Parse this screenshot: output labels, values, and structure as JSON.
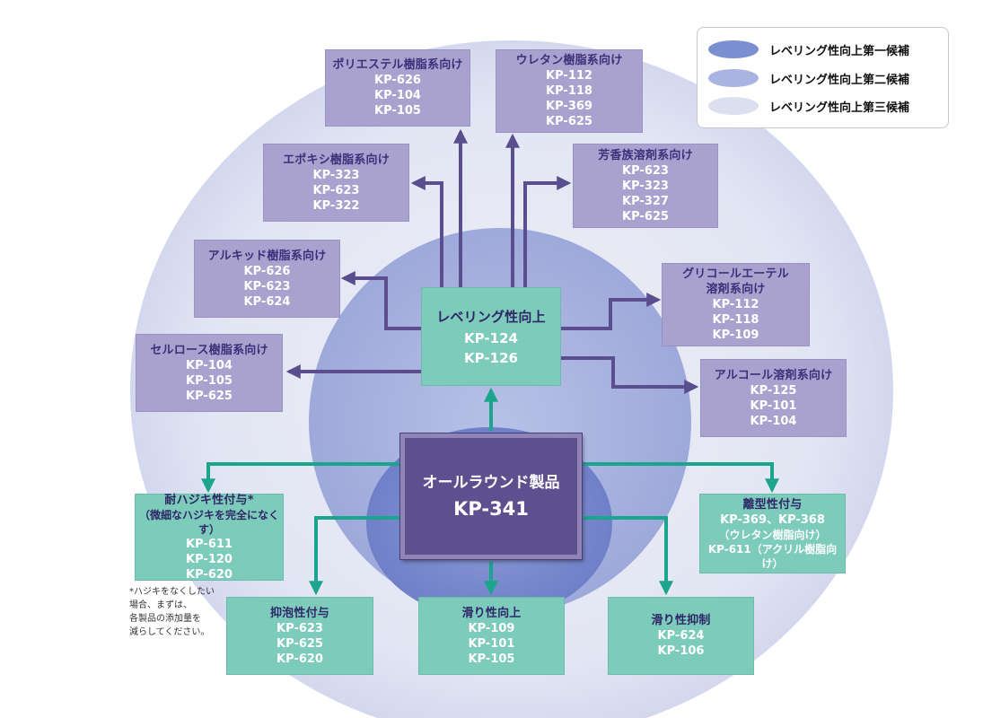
{
  "legend": {
    "items": [
      {
        "label": "レベリング性向上第一候補",
        "color": "#7c8fd0"
      },
      {
        "label": "レベリング性向上第二候補",
        "color": "#a9b5e0"
      },
      {
        "label": "レベリング性向上第三候補",
        "color": "#dcdff0"
      }
    ]
  },
  "central": {
    "title": "オールラウンド製品",
    "code": "KP-341"
  },
  "leveling": {
    "title": "レベリング性向上",
    "codes": [
      "KP-124",
      "KP-126"
    ]
  },
  "resin_boxes": {
    "polyester": {
      "title": "ポリエステル樹脂系向け",
      "codes": [
        "KP-626",
        "KP-104",
        "KP-105"
      ]
    },
    "urethane": {
      "title": "ウレタン樹脂系向け",
      "codes": [
        "KP-112",
        "KP-118",
        "KP-369",
        "KP-625"
      ]
    },
    "epoxy": {
      "title": "エポキシ樹脂系向け",
      "codes": [
        "KP-323",
        "KP-623",
        "KP-322"
      ]
    },
    "aromatic": {
      "title": "芳香族溶剤系向け",
      "codes": [
        "KP-623",
        "KP-323",
        "KP-327",
        "KP-625"
      ]
    },
    "alkyd": {
      "title": "アルキッド樹脂系向け",
      "codes": [
        "KP-626",
        "KP-623",
        "KP-624"
      ]
    },
    "glycol": {
      "title_lines": [
        "グリコールエーテル",
        "溶剤系向け"
      ],
      "codes": [
        "KP-112",
        "KP-118",
        "KP-109"
      ]
    },
    "cellulose": {
      "title": "セルロース樹脂系向け",
      "codes": [
        "KP-104",
        "KP-105",
        "KP-625"
      ]
    },
    "alcohol": {
      "title": "アルコール溶剤系向け",
      "codes": [
        "KP-125",
        "KP-101",
        "KP-104"
      ]
    }
  },
  "function_boxes": {
    "anticrater": {
      "title": "耐ハジキ性付与*",
      "subtitle": "（微細なハジキを完全になくす）",
      "codes": [
        "KP-611",
        "KP-120",
        "KP-620"
      ]
    },
    "release": {
      "title": "離型性付与",
      "lines": [
        "KP-369、KP-368",
        "（ウレタン樹脂向け）",
        "KP-611（アクリル樹脂向け）"
      ]
    },
    "antifoam": {
      "title": "抑泡性付与",
      "codes": [
        "KP-623",
        "KP-625",
        "KP-620"
      ]
    },
    "slip_up": {
      "title": "滑り性向上",
      "codes": [
        "KP-109",
        "KP-101",
        "KP-105"
      ]
    },
    "slip_down": {
      "title": "滑り性抑制",
      "codes": [
        "KP-624",
        "KP-106"
      ]
    }
  },
  "footnote": {
    "lines": [
      "*ハジキをなくしたい",
      "場合、まずは、",
      "各製品の添加量を",
      "減らしてください。"
    ]
  },
  "colors": {
    "ellipse_outer": "#dcdff0",
    "ellipse_middle": "#a9b5e0",
    "ellipse_inner": "#7c8fd0",
    "arrow_purple": "#5b4e8e",
    "arrow_teal": "#1aa58c"
  }
}
